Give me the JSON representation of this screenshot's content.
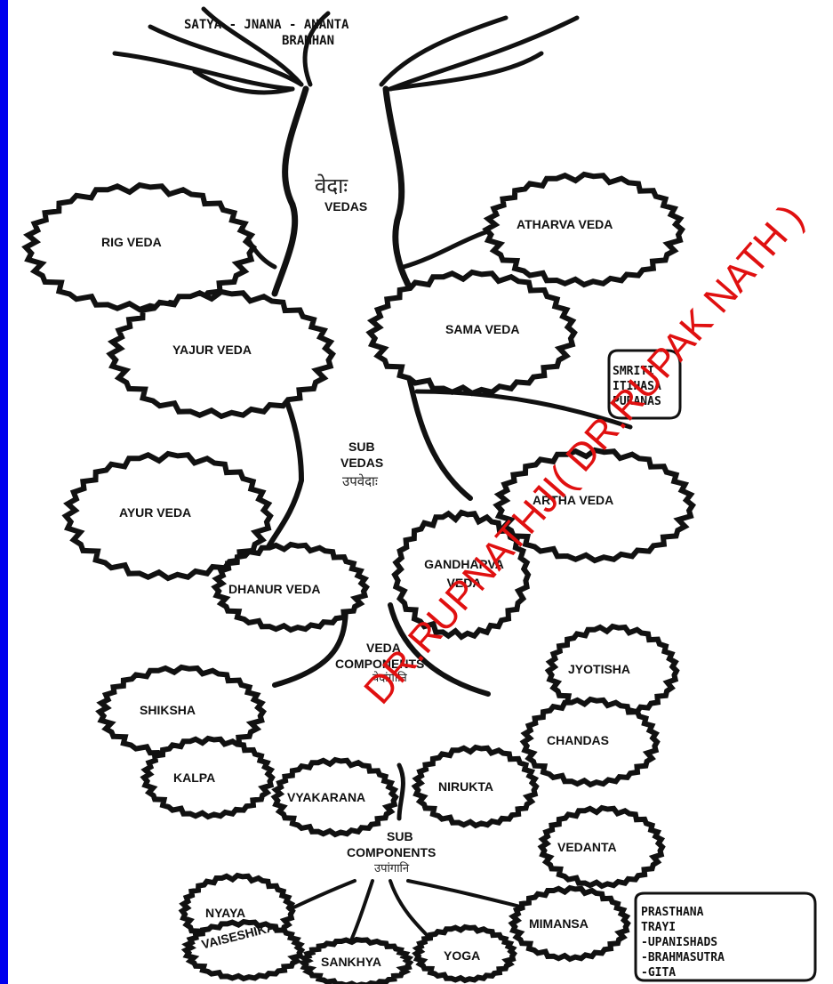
{
  "root": {
    "line1": "SATYA - JNANA - ANANTA",
    "line2": "BRAMHAN"
  },
  "sections": {
    "vedas_devanagari": "वेदाः",
    "vedas": "VEDAS",
    "sub_vedas_line1": "SUB",
    "sub_vedas_line2": "VEDAS",
    "sub_vedas_devanagari": "उपवेदाः",
    "veda_components_line1": "VEDA",
    "veda_components_line2": "COMPONENTS",
    "veda_components_devanagari": "वेदांगानि",
    "sub_components_line1": "SUB",
    "sub_components_line2": "COMPONENTS",
    "sub_components_devanagari": "उपांगानि"
  },
  "vedas": [
    "RIG VEDA",
    "ATHARVA VEDA",
    "YAJUR VEDA",
    "SAMA VEDA"
  ],
  "sub_vedas": [
    "AYUR VEDA",
    "ARTHA VEDA",
    "DHANUR VEDA",
    "GANDHARVA VEDA"
  ],
  "veda_components": [
    "SHIKSHA",
    "JYOTISHA",
    "CHANDAS",
    "KALPA",
    "VYAKARANA",
    "NIRUKTA"
  ],
  "sub_components": [
    "NYAYA",
    "VEDANTA",
    "MIMANSA",
    "VAISESHIKA",
    "SANKHYA",
    "YOGA"
  ],
  "smriti_box": {
    "line1": "SMRITI",
    "line2": "ITIHASA",
    "line3": "PURANAS"
  },
  "prasthana_box": {
    "line1": "PRASTHANA",
    "line2": "TRAYI",
    "line3": "-UPANISHADS",
    "line4": "-BRAHMASUTRA",
    "line5": "-GITA"
  },
  "watermark": "DR.RUPNATHJI( DR.RUPAK NATH )",
  "colors": {
    "frame": "#0000ee",
    "watermark": "#e01010",
    "ink": "#111111"
  }
}
